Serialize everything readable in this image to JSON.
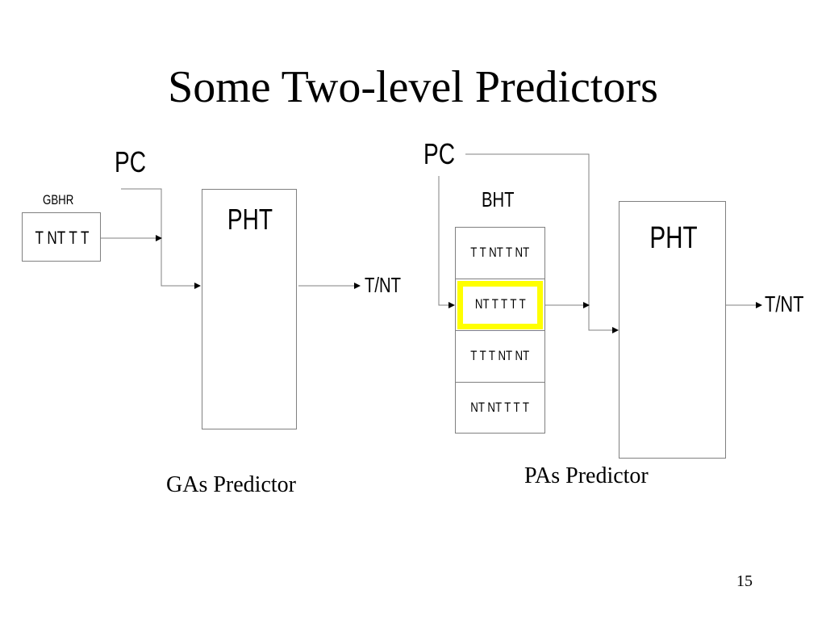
{
  "slide": {
    "title": "Some Two-level Predictors",
    "page_number": "15"
  },
  "gas": {
    "pc_label": "PC",
    "gbhr_label": "GBHR",
    "gbhr_value": "T NT T T",
    "pht_label": "PHT",
    "output_label": "T/NT",
    "caption": "GAs Predictor"
  },
  "pas": {
    "pc_label": "PC",
    "bht_label": "BHT",
    "bht_rows": [
      "T T NT T NT",
      "NT T T T T",
      "T T T NT NT",
      "NT NT T T T"
    ],
    "selected_row_index": 1,
    "pht_label": "PHT",
    "output_label": "T/NT",
    "caption": "PAs Predictor"
  },
  "colors": {
    "highlight": "#ffff00",
    "line": "#808080"
  }
}
